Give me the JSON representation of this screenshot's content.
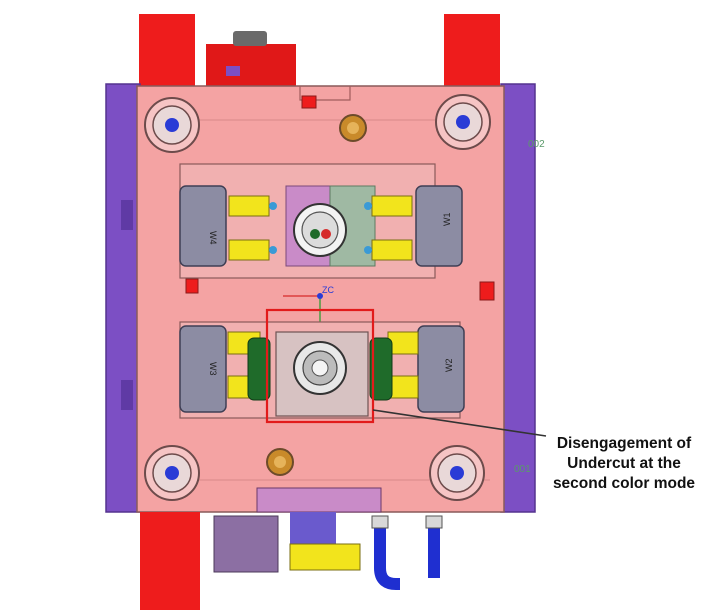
{
  "callout": {
    "line1": "Disengagement of",
    "line2": "Undercut at the",
    "line3": "second color mode"
  },
  "labels": {
    "ref_top_right": "002",
    "ref_bottom_right": "001",
    "slider_w1": "W1",
    "slider_w2": "W2",
    "slider_w3": "W3",
    "slider_w4": "W4",
    "zc_label": "ZC"
  },
  "colors": {
    "plate": "#f4a3a3",
    "side_rail": "#7c4fc4",
    "cylinder_red": "#ee1c1c",
    "slider_gray": "#8c8ca3",
    "yellow_block": "#f2e41c",
    "green_pad": "#1f6b2a",
    "bolt_blue": "#2a3bd6",
    "bronze": "#c98a2a",
    "pipe_blue": "#1f2fd0",
    "highlight_box": "#e21b1b"
  }
}
